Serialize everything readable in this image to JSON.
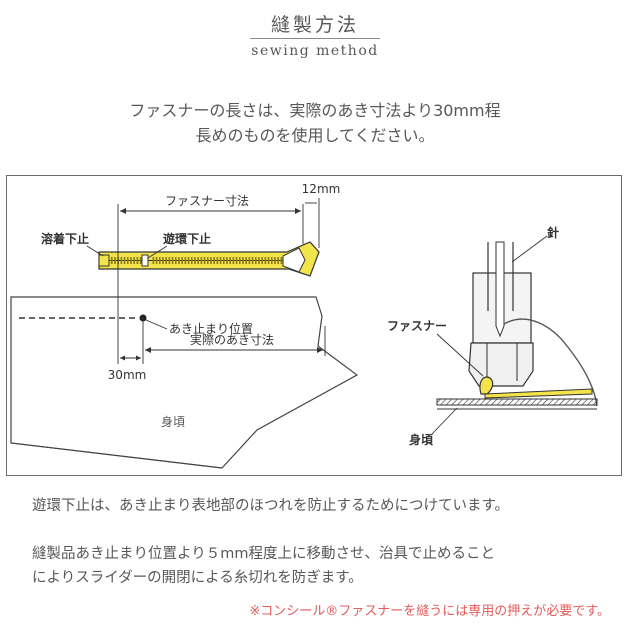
{
  "header": {
    "title": "縫製方法",
    "subtitle": "sewing method"
  },
  "intro": {
    "line1": "ファスナーの長さは、実際のあき寸法より30mm程",
    "line2": "長めのものを使用してください。"
  },
  "diagram": {
    "label_zipper_length": "ファスナー寸法",
    "label_12mm": "12mm",
    "label_top_stop": "溶着下止",
    "label_loop_stop": "遊環下止",
    "label_opening_end": "あき止まり位置",
    "label_actual_opening": "実際のあき寸法",
    "label_30mm": "30mm",
    "label_body": "身頃",
    "label_needle": "針",
    "label_zipper": "ファスナー",
    "label_body_right": "身頃",
    "zipper_color": "#f2e44a"
  },
  "notes": {
    "note1": "遊環下止は、あき止まり表地部のほつれを防止するためにつけています。",
    "note2_line1": "縫製品あき止まり位置より５mm程度上に移動させ、治具で止めること",
    "note2_line2": "によりスライダーの開閉による糸切れを防ぎます。"
  },
  "footnote": "※コンシール®ファスナーを縫うには専用の押えが必要です。"
}
